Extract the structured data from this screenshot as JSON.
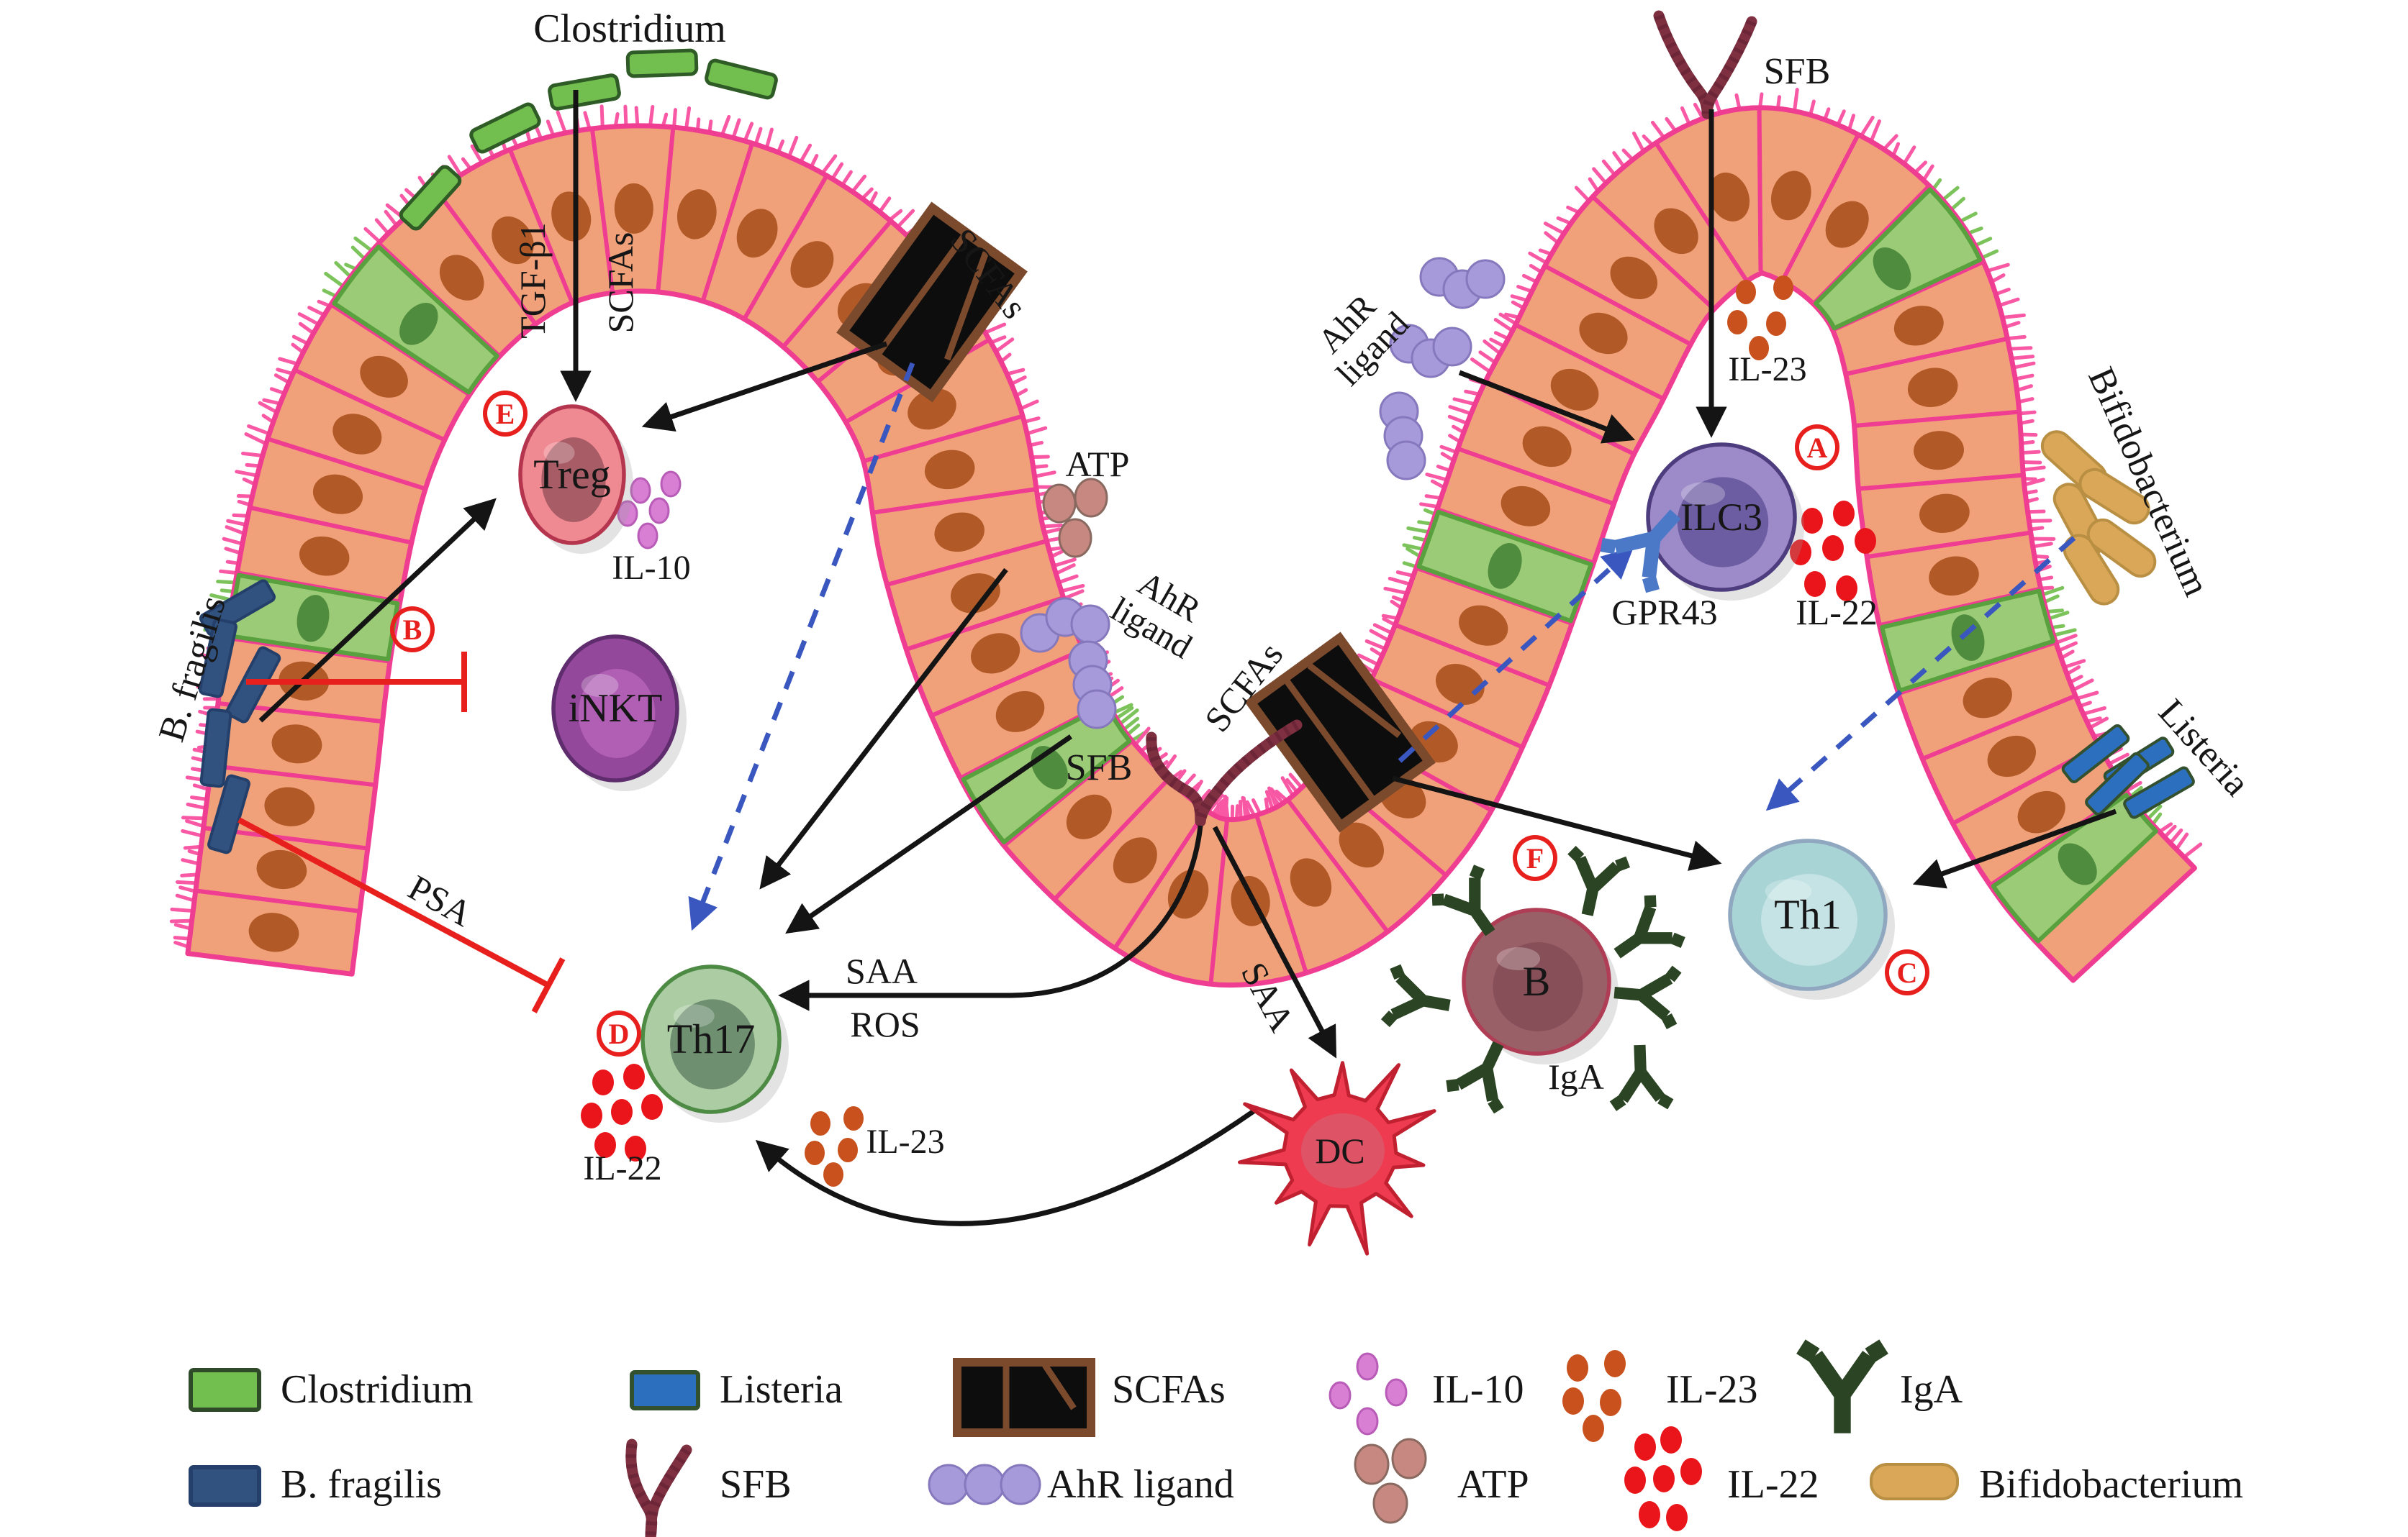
{
  "figure": {
    "labels": {
      "clostridium": "Clostridium",
      "tgfb1": "TGF-β1",
      "scfas": "SCFAs",
      "treg": "Treg",
      "il10": "IL-10",
      "inkt": "iNKT",
      "b_fragilis": "B. fragilis",
      "psa": "PSA",
      "th17": "Th17",
      "il22": "IL-22",
      "atp": "ATP",
      "ahr1": "AhR",
      "ahr2": "ligand",
      "sfb": "SFB",
      "saa": "SAA",
      "ros": "ROS",
      "il23": "IL-23",
      "dc": "DC",
      "b_cell": "B",
      "iga": "IgA",
      "th1": "Th1",
      "ilc3": "ILC3",
      "gpr43": "GPR43",
      "bifidobacterium": "Bifidobacterium",
      "listeria": "Listeria"
    },
    "badges": {
      "a": "A",
      "b": "B",
      "c": "C",
      "d": "D",
      "e": "E",
      "f": "F"
    }
  },
  "legend": {
    "items": [
      {
        "icon": "green-rod-icon",
        "label": "Clostridium"
      },
      {
        "icon": "blue-rod-icon",
        "label": "Listeria"
      },
      {
        "icon": "scfas-box-icon",
        "label": "SCFAs"
      },
      {
        "icon": "pink-dots-icon",
        "label": "IL-10"
      },
      {
        "icon": "orange-dots-icon",
        "label": "IL-23"
      },
      {
        "icon": "iga-antibody-icon",
        "label": "IgA"
      },
      {
        "icon": "navy-rod-icon",
        "label": "B. fragilis"
      },
      {
        "icon": "sfb-filament-icon",
        "label": "SFB"
      },
      {
        "icon": "purple-beads-icon",
        "label": "AhR ligand"
      },
      {
        "icon": "atp-dots-icon",
        "label": "ATP"
      },
      {
        "icon": "red-dots-icon",
        "label": "IL-22"
      },
      {
        "icon": "tan-rod-icon",
        "label": "Bifidobacterium"
      }
    ]
  },
  "colors": {
    "background": "#FFFFFF",
    "epithelium_fill": "#F1A17A",
    "epithelium_border": "#EF3D92",
    "microvilli": "#F958A5",
    "nucleus": "#B25A27",
    "goblet_fill": "#9CCB77",
    "goblet_edge": "#58A13E",
    "goblet_nucleus": "#4F8C3D",
    "arrow": "#141414",
    "inhibition_red": "#E8201D",
    "dashed_blue": "#3A57C0",
    "badge_red": "#E8201D",
    "clostridium": "#72BE4E",
    "clostridium_edge": "#2F5B26",
    "b_fragilis": "#31517F",
    "b_fragilis_edge": "#24406A",
    "listeria": "#2C6FBE",
    "listeria_edge": "#33502F",
    "bifidobacterium": "#D9A757",
    "bifidobacterium_edge": "#B98F43",
    "sfb": "#7E2F40",
    "sfb_dark": "#5C1F2F",
    "ahr_ligand": "#A79ADB",
    "ahr_ligand_edge": "#8678BC",
    "atp": "#C68880",
    "atp_edge": "#8A6A60",
    "il10": "#D87FD4",
    "il22": "#E9151B",
    "il23": "#C8511D",
    "iga": "#2B4423",
    "gpr43": "#4B79C8",
    "scfas_box": "#0D0D0D",
    "scfas_box_edge": "#7B4A2D",
    "treg_body": "#F08A92",
    "treg_core": "#A85C66",
    "treg_edge": "#B5344E",
    "inkt_body": "#94489B",
    "inkt_core": "#B05FB5",
    "inkt_edge": "#5F2C6E",
    "th17_body": "#ACCDA4",
    "th17_core": "#6E8F70",
    "th17_edge": "#4D8B44",
    "th1_body": "#A9D4D6",
    "th1_core": "#C5E3E4",
    "th1_edge": "#8FA8C0",
    "ilc3_body": "#9D8AC8",
    "ilc3_core": "#6C5CA2",
    "ilc3_edge": "#4E3D7E",
    "bcell_body": "#9A6068",
    "bcell_core": "#875059",
    "bcell_edge": "#AE3D55",
    "dc_body": "#EE3B4F",
    "dc_core": "#DB5768",
    "dc_edge": "#C0202F"
  }
}
